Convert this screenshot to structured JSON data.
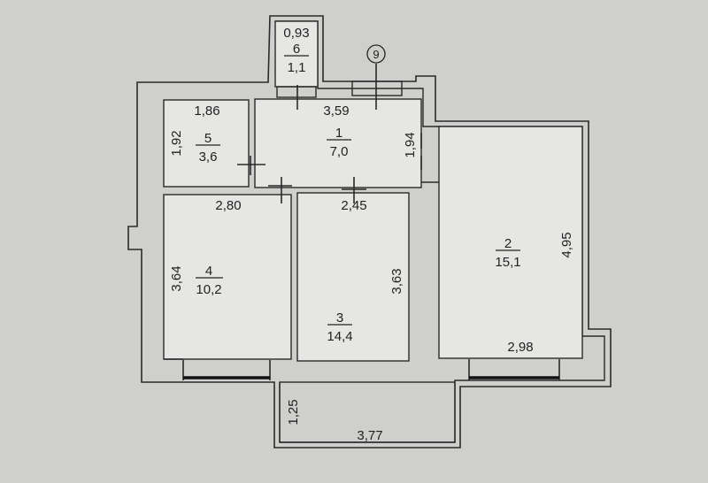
{
  "axis_marker": "9",
  "rooms": [
    {
      "number": "1",
      "area": "7,0"
    },
    {
      "number": "2",
      "area": "15,1"
    },
    {
      "number": "3",
      "area": "14,4"
    },
    {
      "number": "4",
      "area": "10,2"
    },
    {
      "number": "5",
      "area": "3,6"
    },
    {
      "number": "6",
      "area": "1,1"
    }
  ],
  "dimensions": {
    "room6_width": "0,93",
    "room5_width": "1,86",
    "room5_height": "1,92",
    "room1_width": "3,59",
    "room1_height": "1,94",
    "room4_width": "2,80",
    "room4_height": "3,64",
    "room3_width": "2,45",
    "room3_height": "3,63",
    "room2_height": "4,95",
    "room2_width": "2,98",
    "balcony_depth": "1,25",
    "balcony_width": "3,77"
  },
  "colors": {
    "background": "#cfcfcd",
    "floor": "#e6e6e4",
    "wall": "#2a2a2a"
  }
}
